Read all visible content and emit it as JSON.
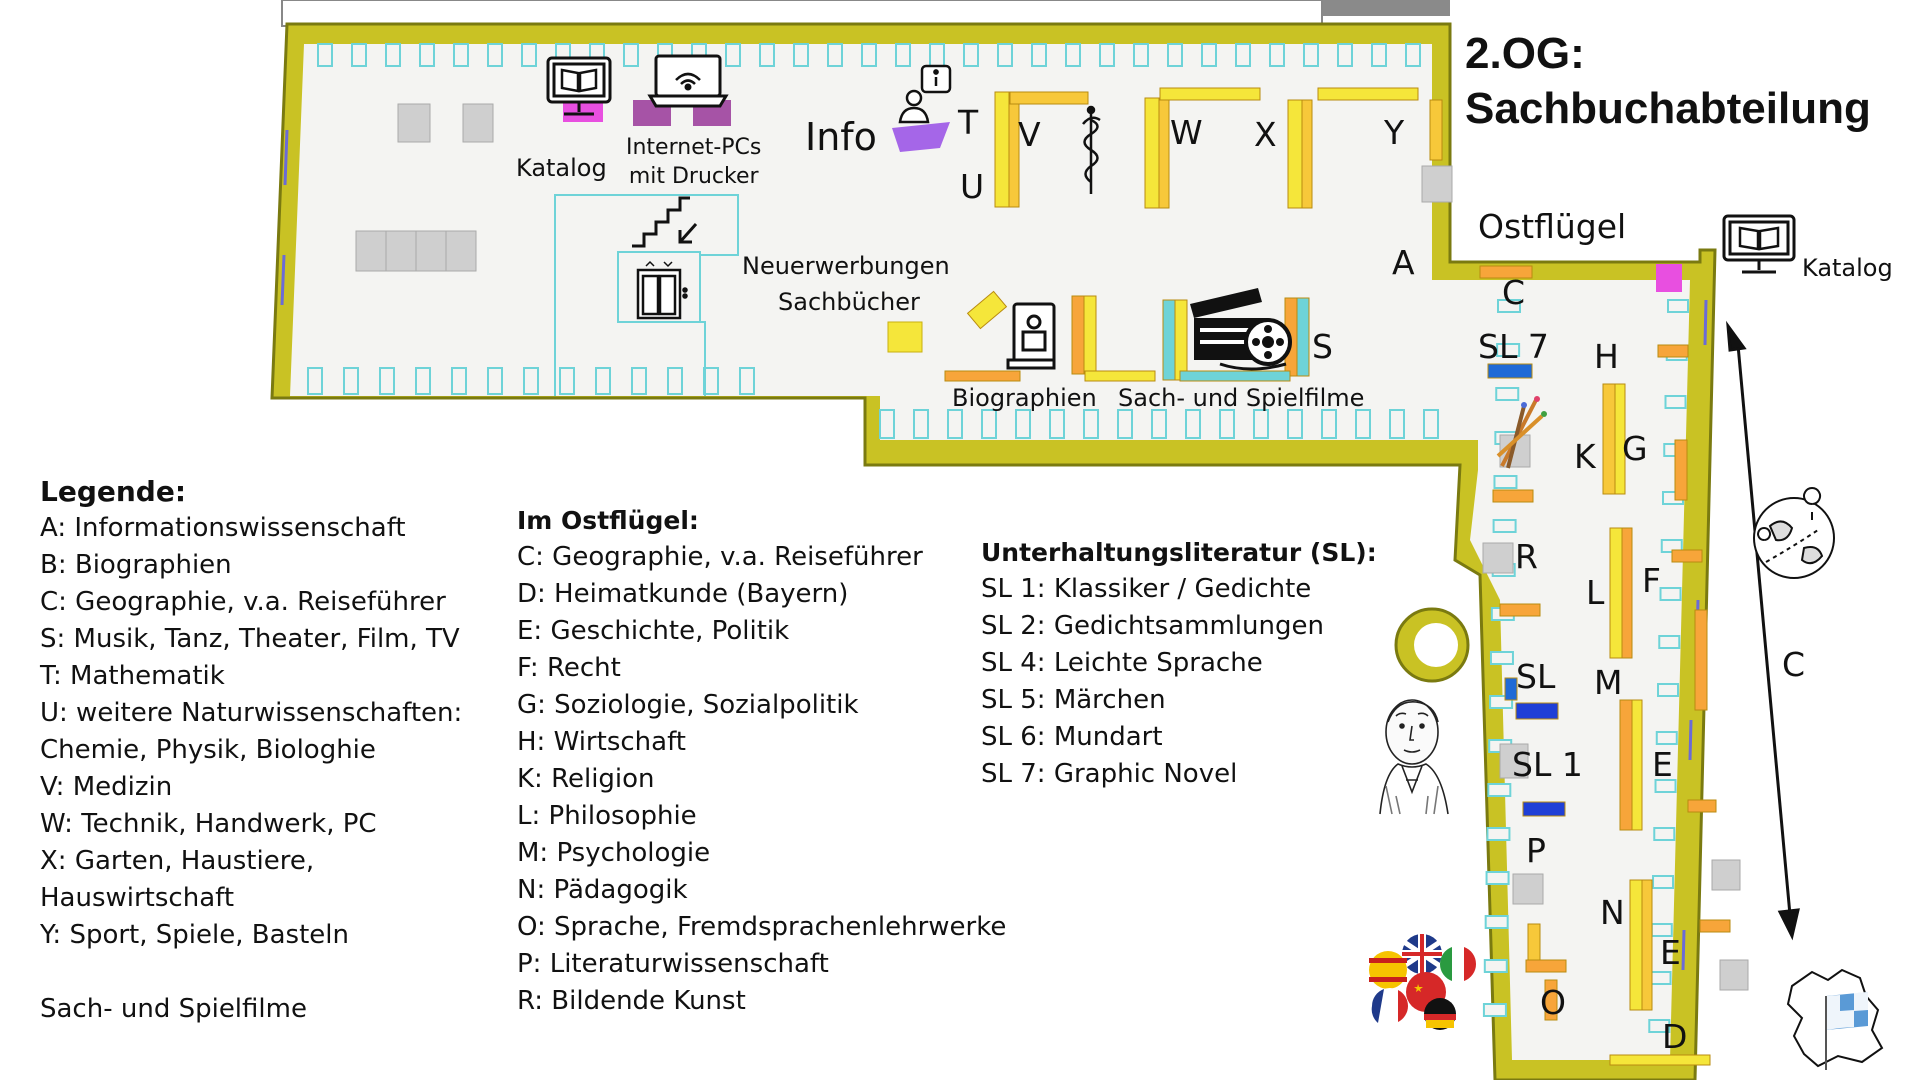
{
  "title": {
    "line1": "2.OG:",
    "line2": "Sachbuchabteilung"
  },
  "labels": {
    "katalog_west": "Katalog",
    "internet_pcs_1": "Internet-PCs",
    "internet_pcs_2": "mit Drucker",
    "info": "Info",
    "neuerwerbungen_1": "Neuerwerbungen",
    "neuerwerbungen_2": "Sachbücher",
    "biographien": "Biographien",
    "sachfilme": "Sach- und Spielfilme",
    "ostfluegel": "Ostflügel",
    "katalog_east": "Katalog"
  },
  "shelf_letters": {
    "T": "T",
    "U": "U",
    "V": "V",
    "W": "W",
    "X": "X",
    "Y": "Y",
    "A": "A",
    "S": "S",
    "C_top": "C",
    "SL7": "SL 7",
    "H": "H",
    "K": "K",
    "G": "G",
    "R": "R",
    "L": "L",
    "F": "F",
    "SL": "SL",
    "M": "M",
    "SL1": "SL 1",
    "E_upper": "E",
    "P": "P",
    "N": "N",
    "E_lower": "E",
    "O": "O",
    "D": "D",
    "C_side": "C"
  },
  "legend_main": {
    "heading": "Legende:",
    "items": [
      "A:  Informationswissenschaft",
      "B:  Biographien",
      "C:  Geographie, v.a. Reiseführer",
      "S: Musik, Tanz, Theater, Film, TV",
      "T: Mathematik",
      "U: weitere Naturwissenschaften:",
      "Chemie, Physik, Biologhie",
      "V: Medizin",
      "W: Technik, Handwerk, PC",
      "X: Garten, Haustiere,",
      "Hauswirtschaft",
      "Y: Sport, Spiele, Basteln",
      "",
      "Sach- und Spielfilme"
    ]
  },
  "legend_east": {
    "heading": "Im Ostflügel:",
    "items": [
      "C:  Geographie, v.a. Reiseführer",
      "D: Heimatkunde (Bayern)",
      "E: Geschichte, Politik",
      "F: Recht",
      "G: Soziologie, Sozialpolitik",
      "H: Wirtschaft",
      "K: Religion",
      "L: Philosophie",
      "M: Psychologie",
      "N: Pädagogik",
      "O: Sprache, Fremdsprachenlehrwerke",
      "P: Literaturwissenschaft",
      "R: Bildende Kunst"
    ]
  },
  "legend_sl": {
    "heading": "Unterhaltungsliteratur (SL):",
    "items": [
      "SL 1: Klassiker / Gedichte",
      "SL 2: Gedichtsammlungen",
      "SL 4: Leichte Sprache",
      "SL 5: Märchen",
      "SL 6: Mundart",
      "SL 7: Graphic Novel"
    ]
  },
  "colors": {
    "wall": "#c9c224",
    "floor": "#f4f4f2",
    "window": "#6ed3d8",
    "shelf_yellow": "#f5e63a",
    "shelf_orange": "#f7a53a",
    "shelf_blue": "#1f4fd6",
    "table_grey": "#cfcfcf",
    "catalog_pink": "#e84fe0",
    "pc_purple": "#a653a6",
    "info_purple": "#a566e8"
  },
  "icons": [
    "catalog-computer-icon",
    "internet-pc-icon",
    "info-desk-icon",
    "stairs-icon",
    "elevator-icon",
    "caduceus-icon",
    "biography-book-icon",
    "film-clapper-icon",
    "art-brushes-icon",
    "globe-icon",
    "goethe-portrait-icon",
    "language-flags-icon",
    "bavaria-map-icon",
    "double-arrow-icon"
  ]
}
